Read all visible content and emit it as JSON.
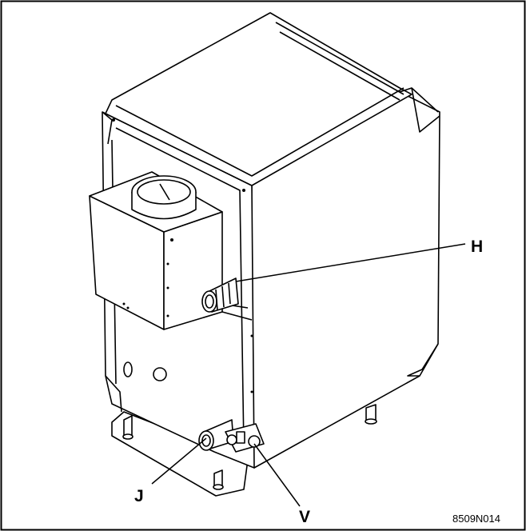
{
  "callouts": {
    "h": "H",
    "j": "J",
    "v": "V"
  },
  "figure_ref": "8509N014",
  "colors": {
    "stroke": "#000000",
    "fill": "#ffffff",
    "border": "#000000"
  }
}
